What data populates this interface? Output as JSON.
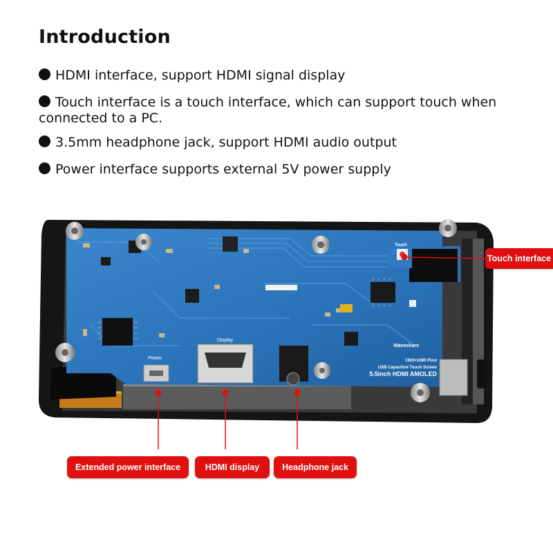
{
  "heading": "Introduction",
  "features": [
    "HDMI interface, support HDMI signal display",
    "Touch interface is a touch interface, which can support touch when connected to a PC.",
    "3.5mm headphone jack, support HDMI audio output",
    "Power interface supports external 5V power supply"
  ],
  "callouts": {
    "touch": "Touch interface",
    "power": "Extended power interface",
    "hdmi": "HDMI display",
    "audio": "Headphone jack"
  },
  "board_print": {
    "brand": "Waveshare",
    "model": "5.5inch HDMI AMOLED",
    "screen": "USB Capacitive Touch Screen",
    "resolution": "1920×1080 Pixel",
    "power_label": "Power",
    "display_label": "Display",
    "touch_label": "Touch"
  },
  "colors": {
    "accent": "#e01010",
    "pcb": "#2a72b8",
    "bezel": "#151515",
    "background": "#ffffff"
  }
}
